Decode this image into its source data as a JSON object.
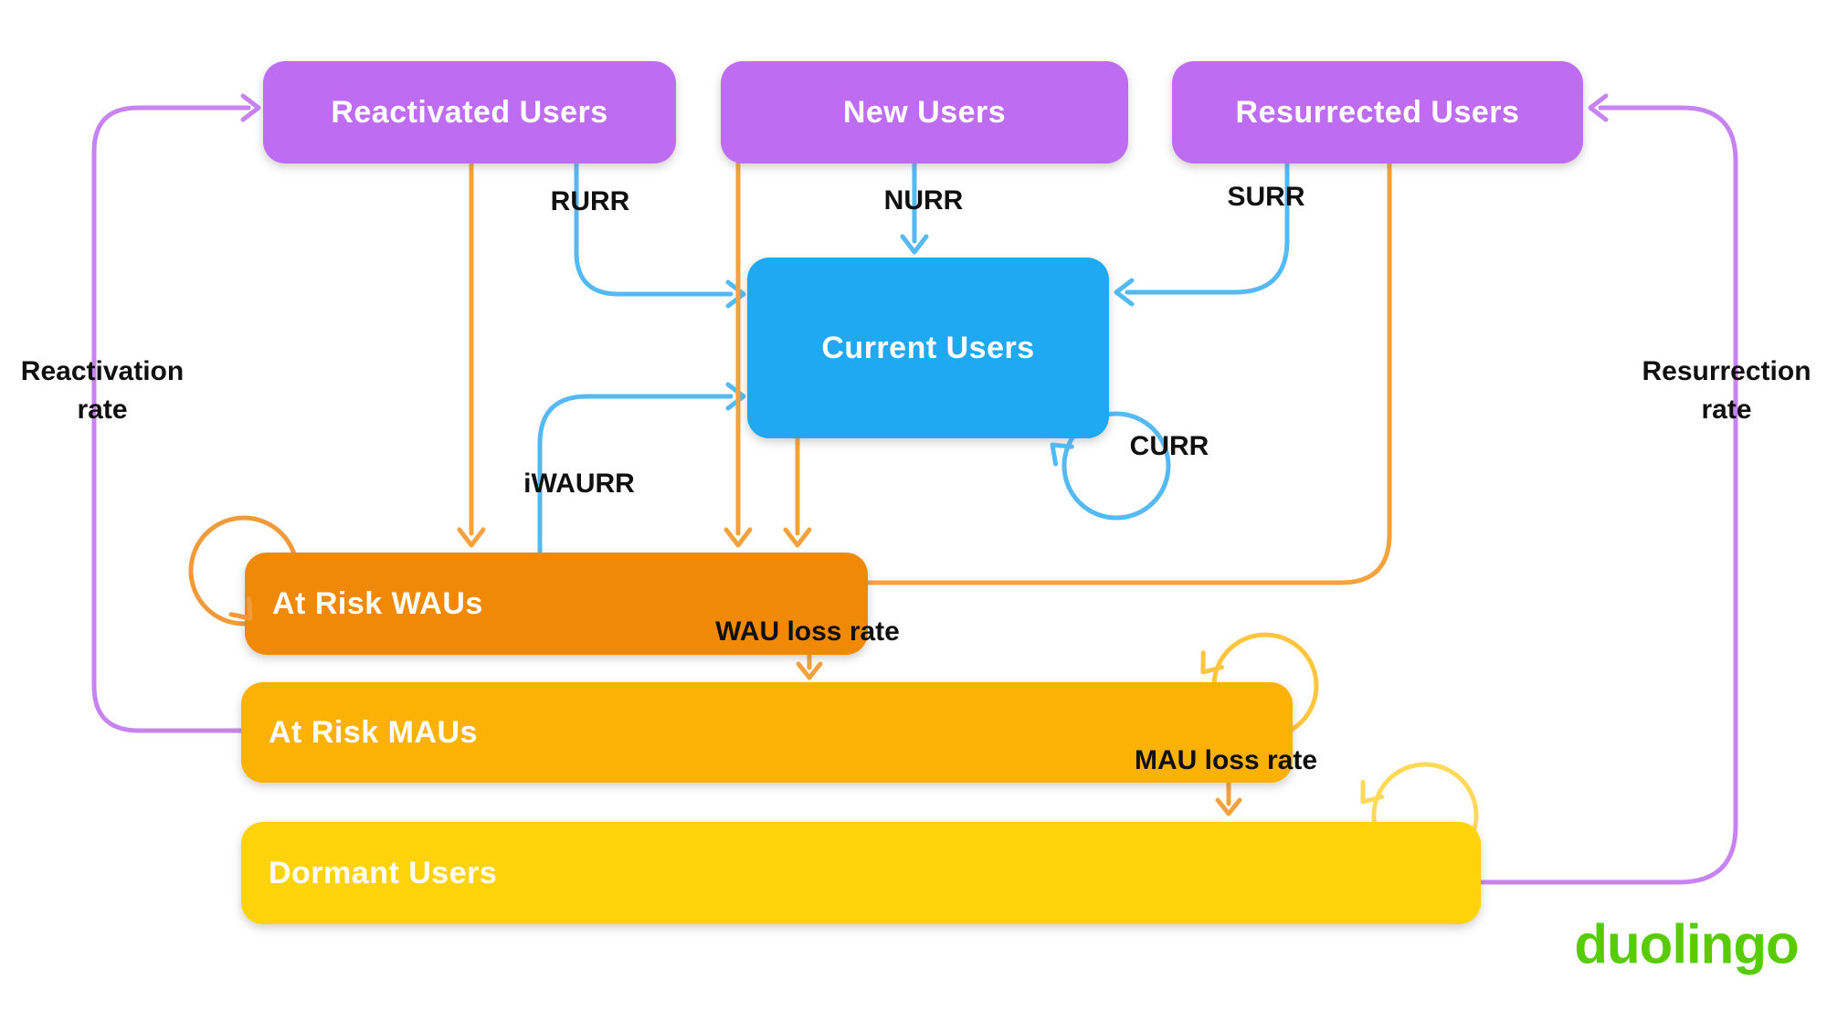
{
  "nodes": {
    "reactivated": {
      "label": "Reactivated Users",
      "fill": "#BE6DF2"
    },
    "new_users": {
      "label": "New Users",
      "fill": "#BE6DF2"
    },
    "resurrected": {
      "label": "Resurrected Users",
      "fill": "#BE6DF2"
    },
    "current": {
      "label": "Current Users",
      "fill": "#1FA9F2"
    },
    "at_risk_waus": {
      "label": "At Risk WAUs",
      "fill": "#F08A06"
    },
    "at_risk_maus": {
      "label": "At Risk MAUs",
      "fill": "#FCB105"
    },
    "dormant": {
      "label": "Dormant Users",
      "fill": "#FFD30A"
    }
  },
  "edge_labels": {
    "rurr": "RURR",
    "nurr": "NURR",
    "surr": "SURR",
    "curr": "CURR",
    "iwaurr": "iWAURR",
    "wau_loss": "WAU loss rate",
    "mau_loss": "MAU loss rate",
    "reactivation_line1": "Reactivation",
    "reactivation_line2": "rate",
    "resurrection_line1": "Resurrection",
    "resurrection_line2": "rate"
  },
  "edges": [
    {
      "from": "New Users",
      "to": "Current Users",
      "label": "NURR",
      "color": "blue"
    },
    {
      "from": "Reactivated Users",
      "to": "Current Users",
      "label": "RURR",
      "color": "blue"
    },
    {
      "from": "Resurrected Users",
      "to": "Current Users",
      "label": "SURR",
      "color": "blue"
    },
    {
      "from": "Current Users",
      "to": "Current Users",
      "label": "CURR",
      "color": "blue"
    },
    {
      "from": "At Risk WAUs",
      "to": "Current Users",
      "label": "iWAURR",
      "color": "blue"
    },
    {
      "from": "Reactivated Users",
      "to": "At Risk WAUs",
      "label": "",
      "color": "orange"
    },
    {
      "from": "New Users",
      "to": "At Risk WAUs",
      "label": "",
      "color": "orange"
    },
    {
      "from": "Current Users",
      "to": "At Risk WAUs",
      "label": "",
      "color": "orange"
    },
    {
      "from": "Resurrected Users",
      "to": "At Risk WAUs",
      "label": "",
      "color": "orange"
    },
    {
      "from": "At Risk WAUs",
      "to": "At Risk WAUs",
      "label": "",
      "color": "orange"
    },
    {
      "from": "At Risk WAUs",
      "to": "At Risk MAUs",
      "label": "WAU loss rate",
      "color": "orange"
    },
    {
      "from": "At Risk MAUs",
      "to": "At Risk MAUs",
      "label": "",
      "color": "amber"
    },
    {
      "from": "At Risk MAUs",
      "to": "Dormant Users",
      "label": "MAU loss rate",
      "color": "amber"
    },
    {
      "from": "Dormant Users",
      "to": "Dormant Users",
      "label": "",
      "color": "yellow"
    },
    {
      "from": "At Risk MAUs",
      "to": "Reactivated Users",
      "label": "Reactivation rate",
      "color": "purple"
    },
    {
      "from": "Dormant Users",
      "to": "Resurrected Users",
      "label": "Resurrection rate",
      "color": "purple"
    }
  ],
  "logo": {
    "text": "duolingo",
    "color": "#58CC02"
  },
  "colors": {
    "background": "#FFFFFF",
    "text": "#101010",
    "purple_arrow": "#C883F2",
    "blue_arrow": "#54B9F5",
    "orange_arrow": "#F5A23E",
    "wau_loop": "#F09A3C",
    "mau_loop": "#FFC53E",
    "dormant_loop": "#FFD95A"
  }
}
